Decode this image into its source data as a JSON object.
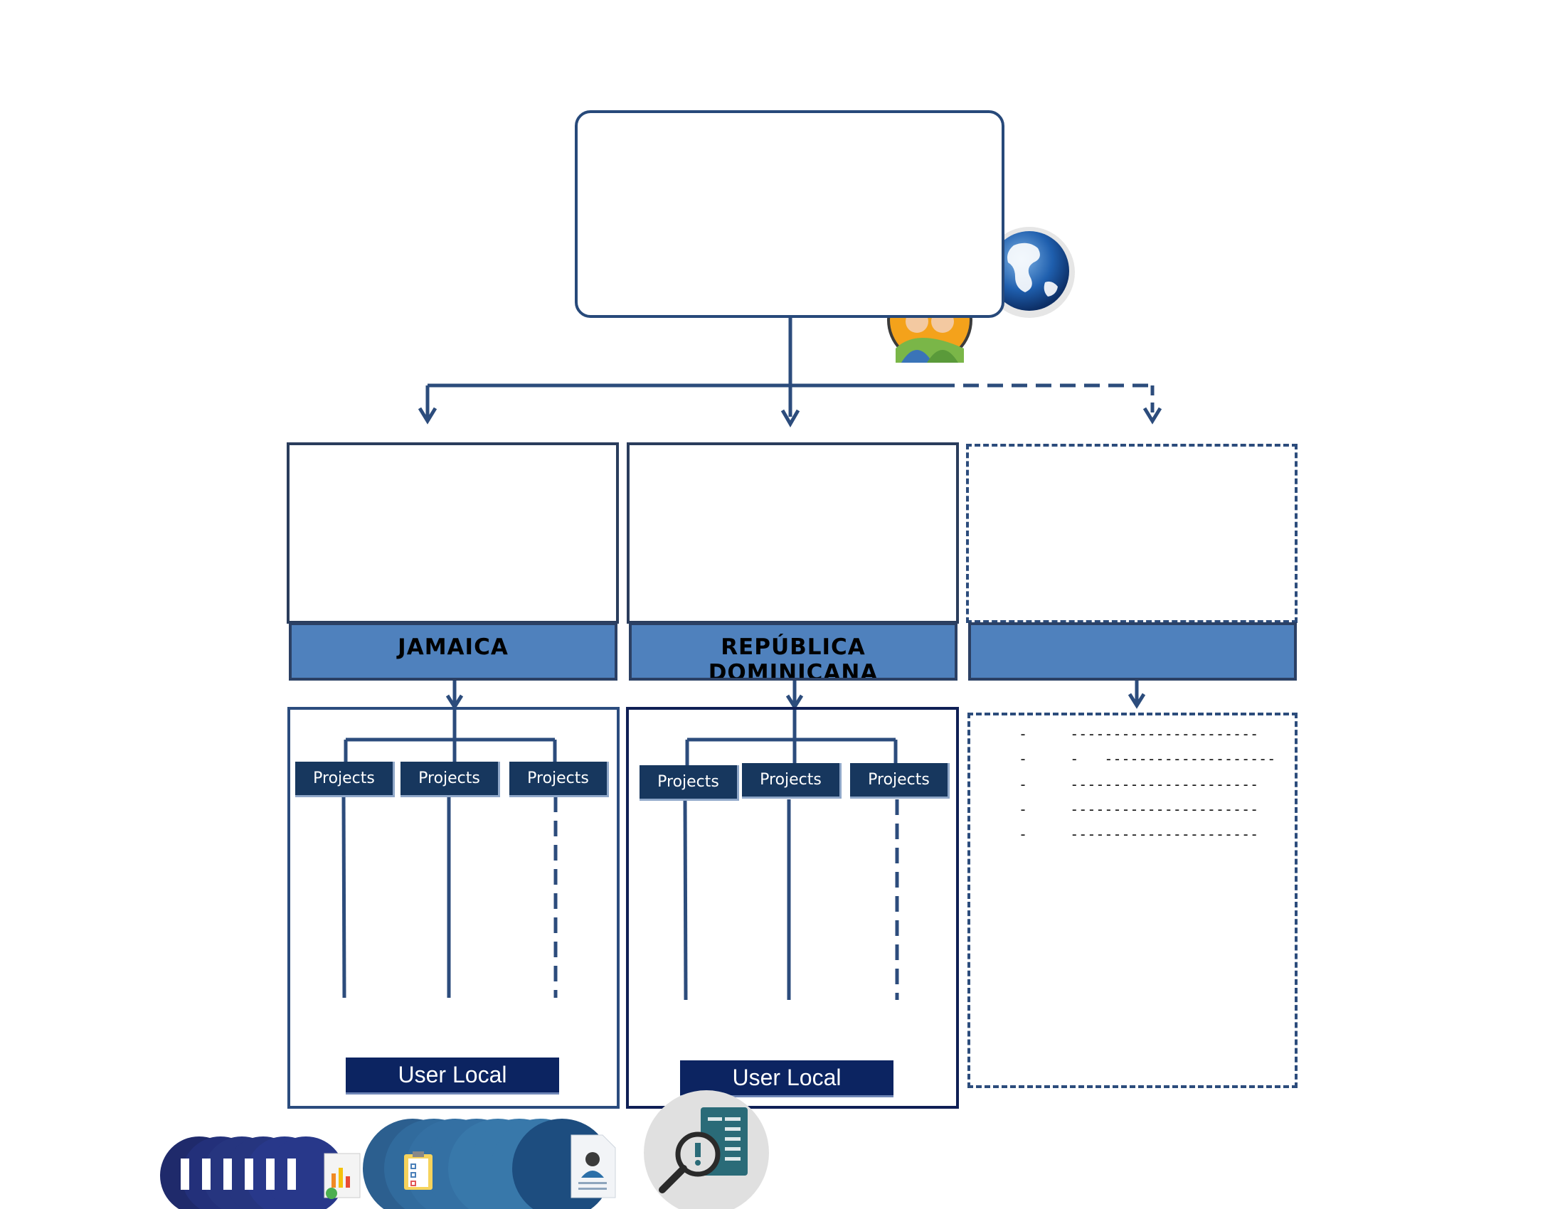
{
  "colors": {
    "primary_line": "#2c4c7c",
    "country_bar": "#4f81bd",
    "projects_fill": "#17375e",
    "user_local_fill": "#0c2461"
  },
  "icons": [
    "globe-icon",
    "team-people-icon",
    "report-icon",
    "chart-document-icon",
    "clipboard-checklist-icon",
    "person-profile-document-icon",
    "document-search-alert-icon"
  ],
  "countries": [
    {
      "name": "JAMAICA",
      "projects": [
        "Projects",
        "Projects",
        "Projects"
      ],
      "user_local": "User Local"
    },
    {
      "name": "REPÚBLICA DOMINICANA",
      "projects": [
        "Projects",
        "Projects",
        "Projects"
      ],
      "user_local": "User Local"
    },
    {
      "name": ""
    }
  ],
  "dashed_list": [
    "-     ----------------------",
    "-     -   --------------------",
    "-     ----------------------",
    "-     ----------------------",
    "-     ----------------------"
  ]
}
